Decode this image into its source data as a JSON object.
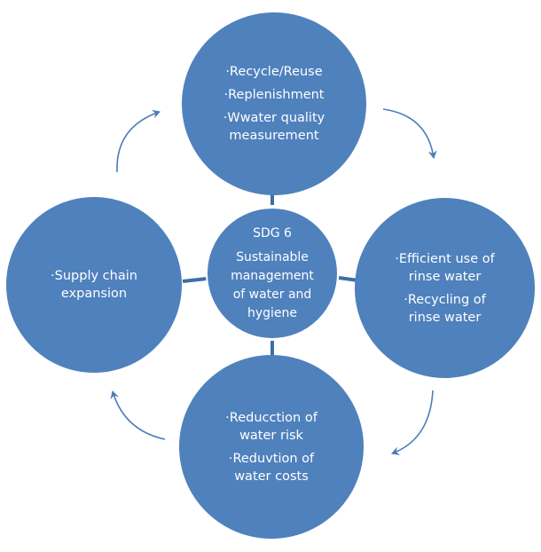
{
  "center": {
    "title": "SDG 6",
    "lines": [
      "Sustainable",
      "management",
      "of water and",
      "hygiene"
    ]
  },
  "top": {
    "items": [
      [
        "·Recycle/Reuse"
      ],
      [
        "·Replenishment"
      ],
      [
        "·Wwater quality",
        "measurement"
      ]
    ]
  },
  "right": {
    "items": [
      [
        "·Efficient  use of",
        "rinse water"
      ],
      [
        "·Recycling of",
        "rinse water"
      ]
    ]
  },
  "bottom": {
    "items": [
      [
        "·Reducction of",
        "water risk"
      ],
      [
        "·Reduvtion of",
        "water costs"
      ]
    ]
  },
  "left": {
    "items": [
      [
        "·Supply chain",
        "expansion"
      ]
    ]
  },
  "colors": {
    "circle_fill": "#4f81bd",
    "connector": "#3e6fa8",
    "arrow": "#4a7ebb",
    "text": "#ffffff"
  }
}
